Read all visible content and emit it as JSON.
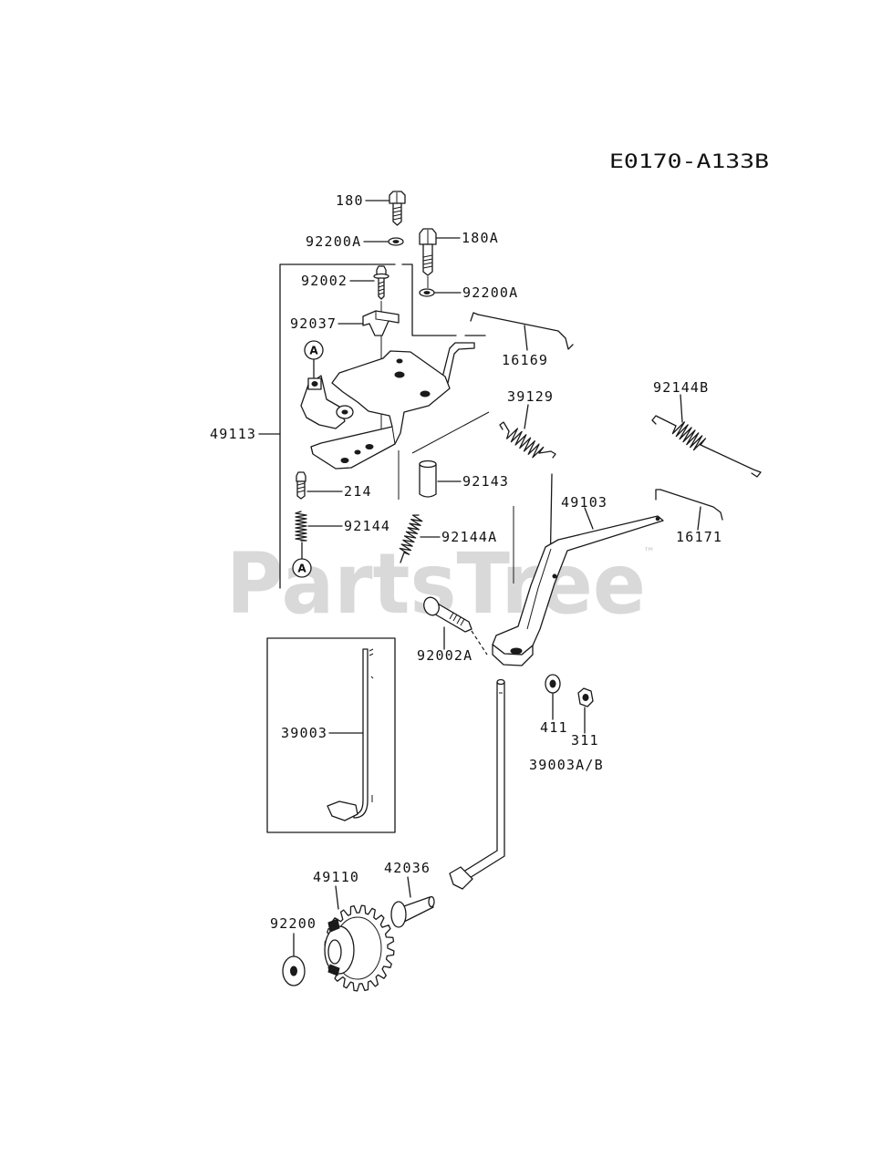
{
  "diagram_code": "E0170-A133B",
  "labels": {
    "p180": "180",
    "p92200a_top": "92200A",
    "p180a": "180A",
    "p92002": "92002",
    "p92200a_right": "92200A",
    "p92037": "92037",
    "p16169": "16169",
    "p39129": "39129",
    "p92144b": "92144B",
    "p49113": "49113",
    "p92143": "92143",
    "p214": "214",
    "p49103": "49103",
    "p92144": "92144",
    "p92144a": "92144A",
    "p16171": "16171",
    "p92002a": "92002A",
    "p39003": "39003",
    "p411": "411",
    "p311": "311",
    "p39003ab": "39003A/B",
    "p42036": "42036",
    "p49110": "49110",
    "p92200": "92200"
  },
  "callouts": {
    "a_top": "A",
    "a_bottom": "A"
  },
  "watermark": {
    "text": "PartsTree",
    "tm": "™"
  }
}
